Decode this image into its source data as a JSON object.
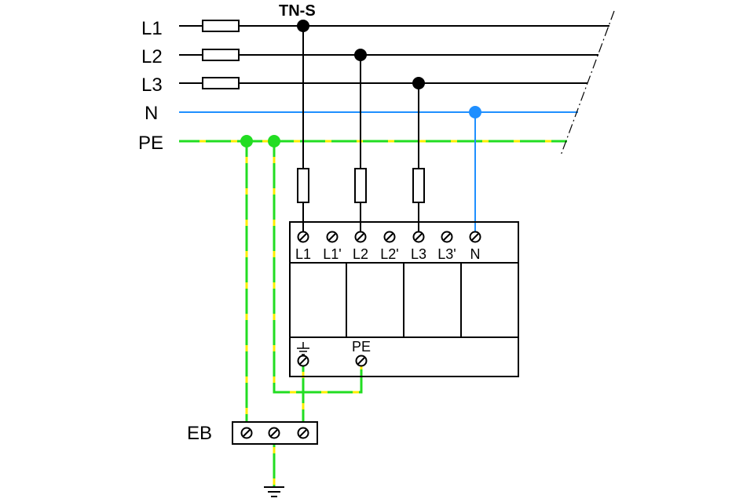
{
  "title": "TN-S",
  "conductors": {
    "l1": "L1",
    "l2": "L2",
    "l3": "L3",
    "n": "N",
    "pe": "PE"
  },
  "device": {
    "terminals": [
      "L1",
      "L1'",
      "L2",
      "L2'",
      "L3",
      "L3'",
      "N"
    ],
    "bottom_pe_label": "PE"
  },
  "earthing_bar_label": "EB",
  "colors": {
    "phase": "#000000",
    "neutral": "#1f8fff",
    "pe_green": "#22dd22",
    "pe_yellow": "#ffee00"
  }
}
